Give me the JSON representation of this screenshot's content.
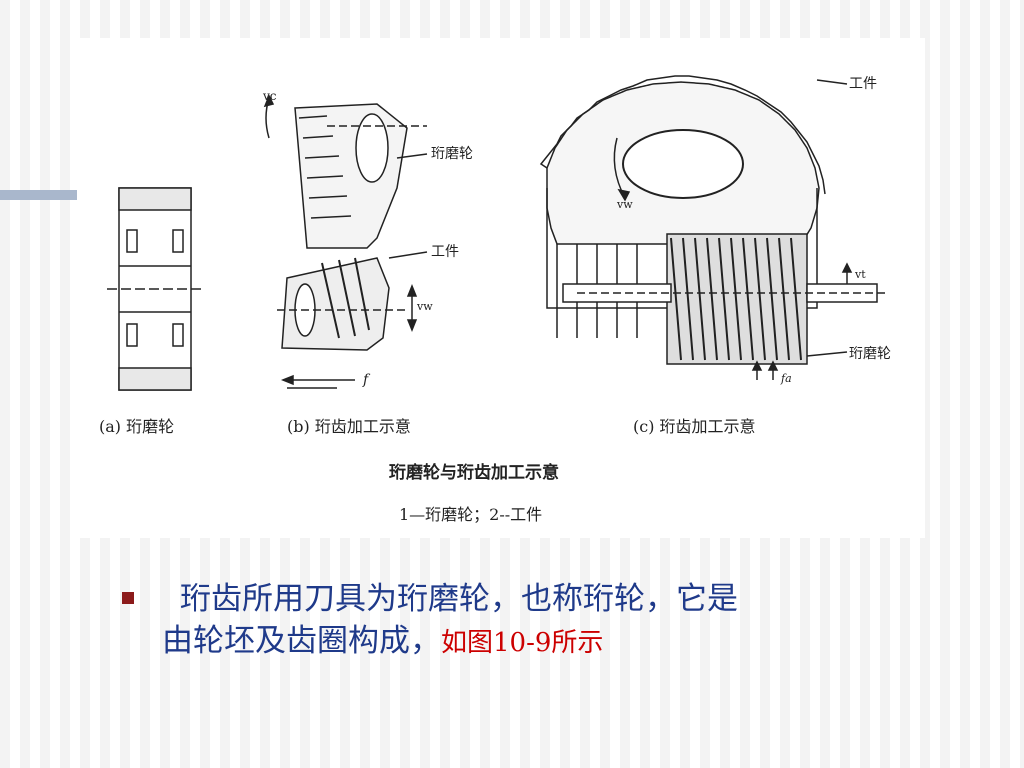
{
  "figure": {
    "label_a": "(a) 珩磨轮",
    "label_b": "(b) 珩齿加工示意",
    "label_c": "(c) 珩齿加工示意",
    "title": "珩磨轮与珩齿加工示意",
    "legend": "1—珩磨轮；2--工件",
    "b_vc": "vc",
    "b_honing_wheel": "珩磨轮",
    "b_workpiece": "工件",
    "b_vw": "vw",
    "b_f": "f",
    "c_workpiece": "工件",
    "c_vw": "vw",
    "c_vt": "vt",
    "c_honing_wheel": "珩磨轮",
    "c_fa": "fa"
  },
  "bullet": {
    "line1": "珩齿所用刀具为珩磨轮，也称珩轮，它是",
    "line2": "由轮坯及齿圈构成，",
    "highlight": "如图10-9所示"
  },
  "colors": {
    "bullet_text": "#1f3a8a",
    "highlight": "#cc0000",
    "bullet_marker": "#8b1a1a",
    "accent_bar": "#a9b7cc"
  }
}
